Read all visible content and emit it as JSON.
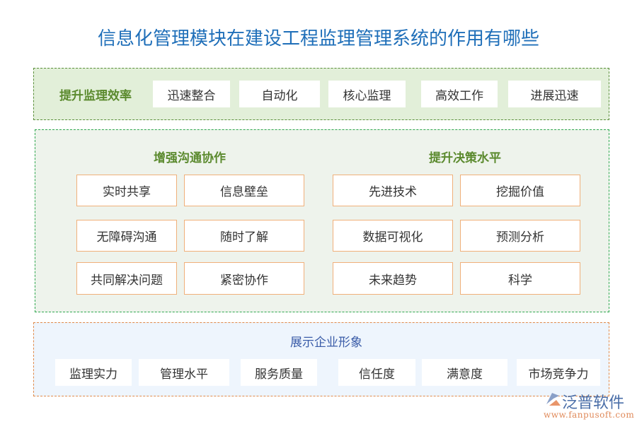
{
  "title": "信息化管理模块在建设工程监理管理系统的作用有哪些",
  "section1": {
    "label": "提升监理效率",
    "items": [
      "迅速整合",
      "自动化",
      "核心监理",
      "高效工作",
      "进展迅速"
    ]
  },
  "section2": {
    "left": {
      "heading": "增强沟通协作",
      "items": [
        "实时共享",
        "信息壁垒",
        "无障碍沟通",
        "随时了解",
        "共同解决问题",
        "紧密协作"
      ]
    },
    "right": {
      "heading": "提升决策水平",
      "items": [
        "先进技术",
        "挖掘价值",
        "数据可视化",
        "预测分析",
        "未来趋势",
        "科学"
      ]
    }
  },
  "section3": {
    "heading": "展示企业形象",
    "items": [
      "监理实力",
      "管理水平",
      "服务质量",
      "信任度",
      "满意度",
      "市场竞争力"
    ]
  },
  "logo": {
    "name": "泛普软件",
    "url": "www.fanpusoft.com"
  },
  "colors": {
    "title": "#1f6fb9",
    "green_heading": "#5b8a2e",
    "blue_heading": "#3a5ca8",
    "box_border": "#f0b07a"
  }
}
